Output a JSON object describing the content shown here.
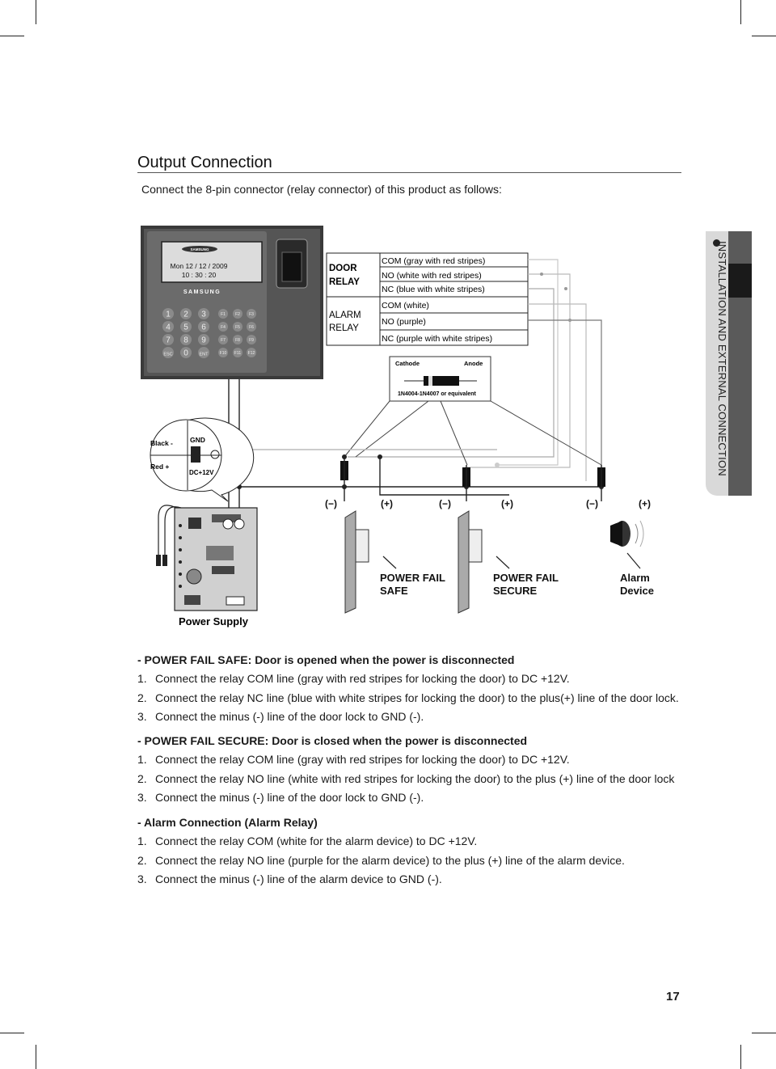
{
  "section_tab": "INSTALLATION AND EXTERNAL CONNECTION",
  "title": "Output Connection",
  "intro": "Connect the 8-pin connector (relay connector) of this product as follows:",
  "device": {
    "brand": "SAMSUNG",
    "date": "Mon 12 / 12 / 2009",
    "time": "10 : 30 : 20",
    "keys": [
      "1",
      "2",
      "3",
      "4",
      "5",
      "6",
      "7",
      "8",
      "9",
      "ESC",
      "0",
      "ENT"
    ],
    "fkeys": [
      "F1",
      "F2",
      "F3",
      "F4",
      "F5",
      "F6",
      "F7",
      "F8",
      "F9",
      "F10",
      "F11",
      "F12"
    ]
  },
  "relay_table": {
    "door_label": [
      "DOOR",
      "RELAY"
    ],
    "door_rows": [
      "COM (gray with red stripes)",
      "NO (white with red stripes)",
      "NC (blue with white stripes)"
    ],
    "alarm_label": [
      "ALARM",
      "RELAY"
    ],
    "alarm_rows": [
      "COM (white)",
      "NO (purple)",
      "NC (purple with white stripes)"
    ]
  },
  "diode": {
    "cathode": "Cathode",
    "anode": "Anode",
    "part": "1N4004-1N4007 or equivalent"
  },
  "power_labels": {
    "black": "Black -",
    "red": "Red +",
    "gnd": "GND",
    "dc": "DC+12V",
    "supply": "Power Supply"
  },
  "polarity": [
    "(−)",
    "(+)",
    "(−)",
    "(+)",
    "(−)",
    "(+)"
  ],
  "devices": [
    {
      "line1": "POWER FAIL",
      "line2": "SAFE"
    },
    {
      "line1": "POWER FAIL",
      "line2": "SECURE"
    },
    {
      "line1": "Alarm",
      "line2": "Device"
    }
  ],
  "sections": [
    {
      "title": "- POWER FAIL SAFE: Door is opened when the power is disconnected",
      "steps": [
        {
          "n": "1.",
          "text": "Connect the relay COM line (gray with red stripes for locking the door) to DC +12V."
        },
        {
          "n": "2.",
          "text": "Connect the relay NC line (blue with white stripes for locking the door) to the plus(+) line of the door lock."
        },
        {
          "n": "3.",
          "text": "Connect the minus (-) line of the door lock to GND (-)."
        }
      ]
    },
    {
      "title": "- POWER FAIL SECURE: Door is closed when the power is disconnected",
      "steps": [
        {
          "n": "1.",
          "text": "Connect the relay COM line (gray with red stripes for locking the door) to DC +12V."
        },
        {
          "n": "2.",
          "text": "Connect the relay NO line (white with red stripes for locking the door) to the plus (+) line of the door lock"
        },
        {
          "n": "3.",
          "text": "Connect the minus (-) line of the door lock to GND (-)."
        }
      ]
    },
    {
      "title": "- Alarm Connection (Alarm Relay)",
      "steps": [
        {
          "n": "1.",
          "text": "Connect the relay COM (white for the alarm device) to DC +12V."
        },
        {
          "n": "2.",
          "text": "Connect the relay NO line (purple for the alarm device) to the plus (+) line of the alarm device."
        },
        {
          "n": "3.",
          "text": "Connect the minus (-) line of the alarm device to GND (-)."
        }
      ]
    }
  ],
  "page_number": "17"
}
